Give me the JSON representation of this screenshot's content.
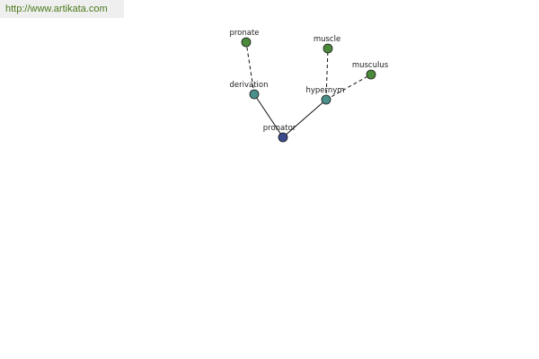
{
  "watermark": {
    "text": "http://www.artikata.com"
  },
  "graph": {
    "nodes": [
      {
        "id": "pronator",
        "label": "pronator",
        "color": "#3a4a8c"
      },
      {
        "id": "derivation",
        "label": "derivation",
        "color": "#4a8f8a"
      },
      {
        "id": "hypernym",
        "label": "hypernym",
        "color": "#4a8f8a"
      },
      {
        "id": "pronate",
        "label": "pronate",
        "color": "#4a8a3a"
      },
      {
        "id": "muscle",
        "label": "muscle",
        "color": "#4a8a3a"
      },
      {
        "id": "musculus",
        "label": "musculus",
        "color": "#4a8a3a"
      }
    ],
    "edges": [
      {
        "from": "pronator",
        "to": "derivation",
        "style": "solid"
      },
      {
        "from": "pronator",
        "to": "hypernym",
        "style": "solid"
      },
      {
        "from": "derivation",
        "to": "pronate",
        "style": "dashed"
      },
      {
        "from": "hypernym",
        "to": "muscle",
        "style": "dashed"
      },
      {
        "from": "hypernym",
        "to": "musculus",
        "style": "dashed"
      }
    ]
  }
}
